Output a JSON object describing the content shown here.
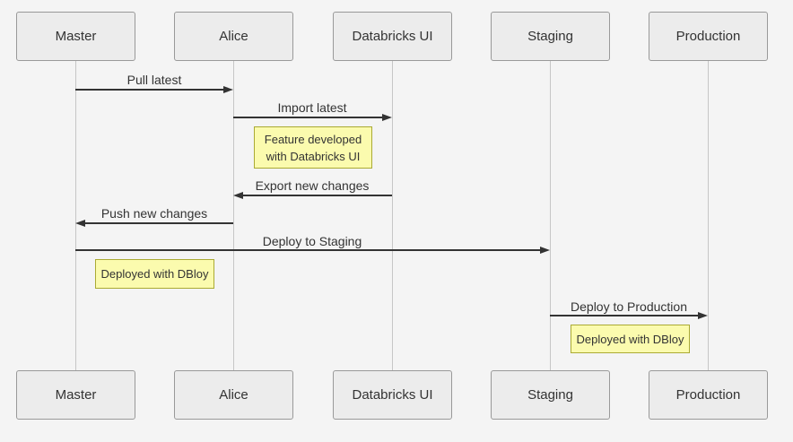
{
  "diagram_type": "sequence-diagram",
  "actors": [
    {
      "label": "Master"
    },
    {
      "label": "Alice"
    },
    {
      "label": "Databricks UI"
    },
    {
      "label": "Staging"
    },
    {
      "label": "Production"
    }
  ],
  "messages": [
    {
      "label": "Pull latest",
      "from": "Master",
      "to": "Alice"
    },
    {
      "label": "Import latest",
      "from": "Alice",
      "to": "Databricks UI"
    },
    {
      "label": "Export new changes",
      "from": "Databricks UI",
      "to": "Alice"
    },
    {
      "label": "Push new changes",
      "from": "Alice",
      "to": "Master"
    },
    {
      "label": "Deploy to Staging",
      "from": "Master",
      "to": "Staging"
    },
    {
      "label": "Deploy to Production",
      "from": "Staging",
      "to": "Production"
    }
  ],
  "notes": [
    {
      "text": "Feature developed with Databricks UI"
    },
    {
      "text": "Deployed with DBloy"
    },
    {
      "text": "Deployed with DBloy"
    }
  ],
  "colors": {
    "background": "#f4f4f4",
    "actor_fill": "#ececec",
    "actor_border": "#999999",
    "lifeline": "#c6c6c6",
    "arrow": "#333333",
    "note_fill": "#fbfbae",
    "note_border": "#aaaa33",
    "text": "#333333"
  }
}
